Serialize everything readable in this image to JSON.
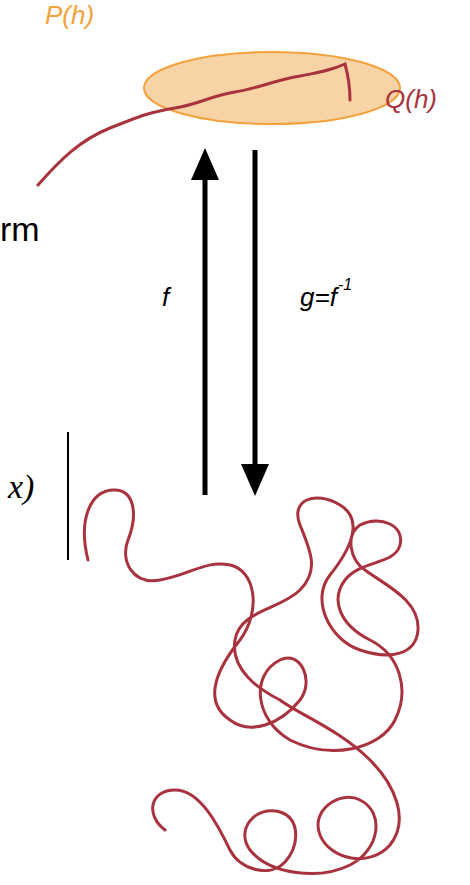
{
  "diagram": {
    "labels": [
      "P(h)",
      "Q(h)",
      "rm",
      "f",
      "g=f",
      "-1",
      "x)"
    ]
  }
}
